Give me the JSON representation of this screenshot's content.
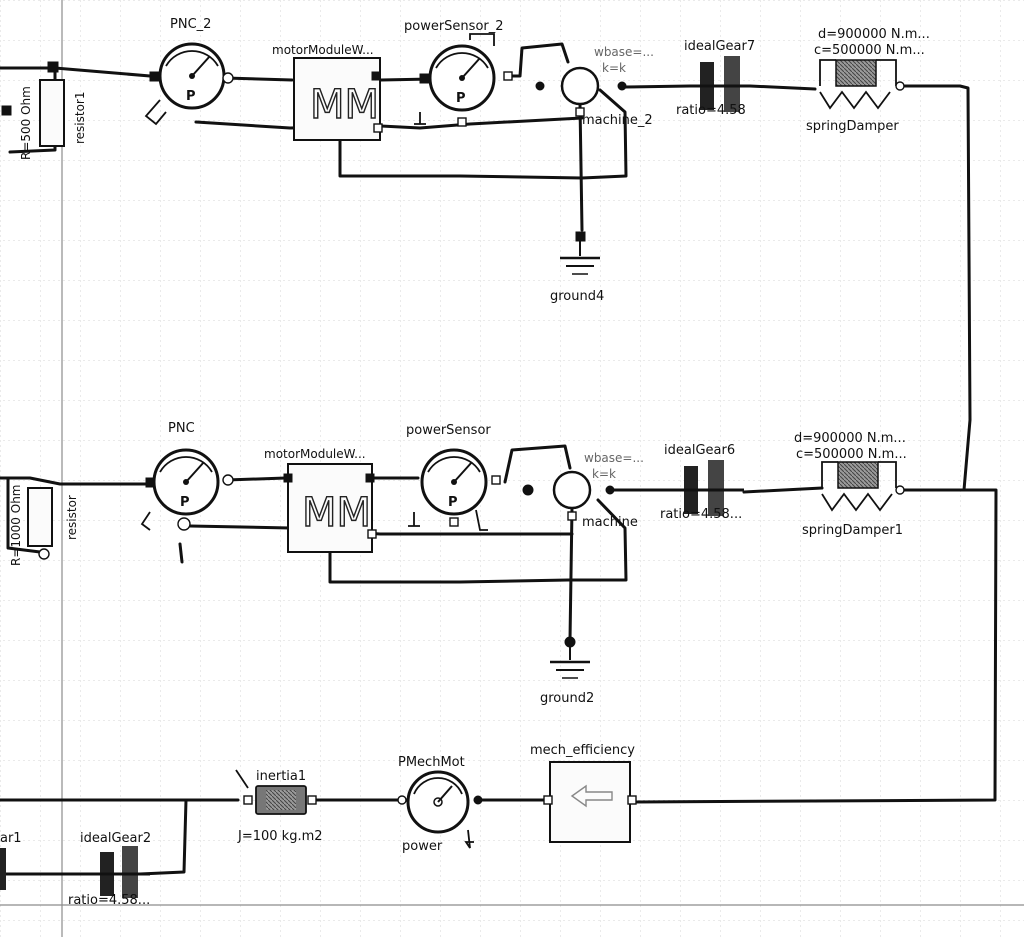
{
  "labels": {
    "pnc2": "PNC_2",
    "motor_top": "motorModuleW...",
    "power_sensor_2": "powerSensor_2",
    "wbase_top": "wbase=...",
    "k_top": "k=k",
    "ideal_gear7": "idealGear7",
    "sd_top_d": "d=900000 N.m...",
    "sd_top_c": "c=500000 N.m...",
    "resistor1": "resistor1",
    "r_top": "R=500 Ohm",
    "ratio_top": "ratio=4.58",
    "machine_2": "machine_2",
    "spring_damper": "springDamper",
    "ground4": "ground4",
    "pnc": "PNC",
    "motor_mid": "motorModuleW...",
    "power_sensor": "powerSensor",
    "wbase_mid": "wbase=...",
    "k_mid": "k=k",
    "ideal_gear6": "idealGear6",
    "sd_mid_d": "d=900000 N.m...",
    "sd_mid_c": "c=500000 N.m...",
    "resistor": "resistor",
    "r_mid": "R=1000 Ohm",
    "machine": "machine",
    "ratio_mid": "ratio=4.58...",
    "spring_damper1": "springDamper1",
    "ground2": "ground2",
    "inertia1": "inertia1",
    "j_val": "J=100 kg.m2",
    "pmechmot": "PMechMot",
    "power": "power",
    "mech_eff": "mech_efficiency",
    "gear1_partial": "ar1",
    "ideal_gear2": "idealGear2",
    "ratio_bot": "ratio=4.58...",
    "mm_text": "MM",
    "p_text": "P"
  },
  "colors": {
    "wire": "#111111",
    "grid": "#c9c9c9",
    "spring_fill": "#8a8a8a",
    "block_fill": "#fbfbfb"
  }
}
